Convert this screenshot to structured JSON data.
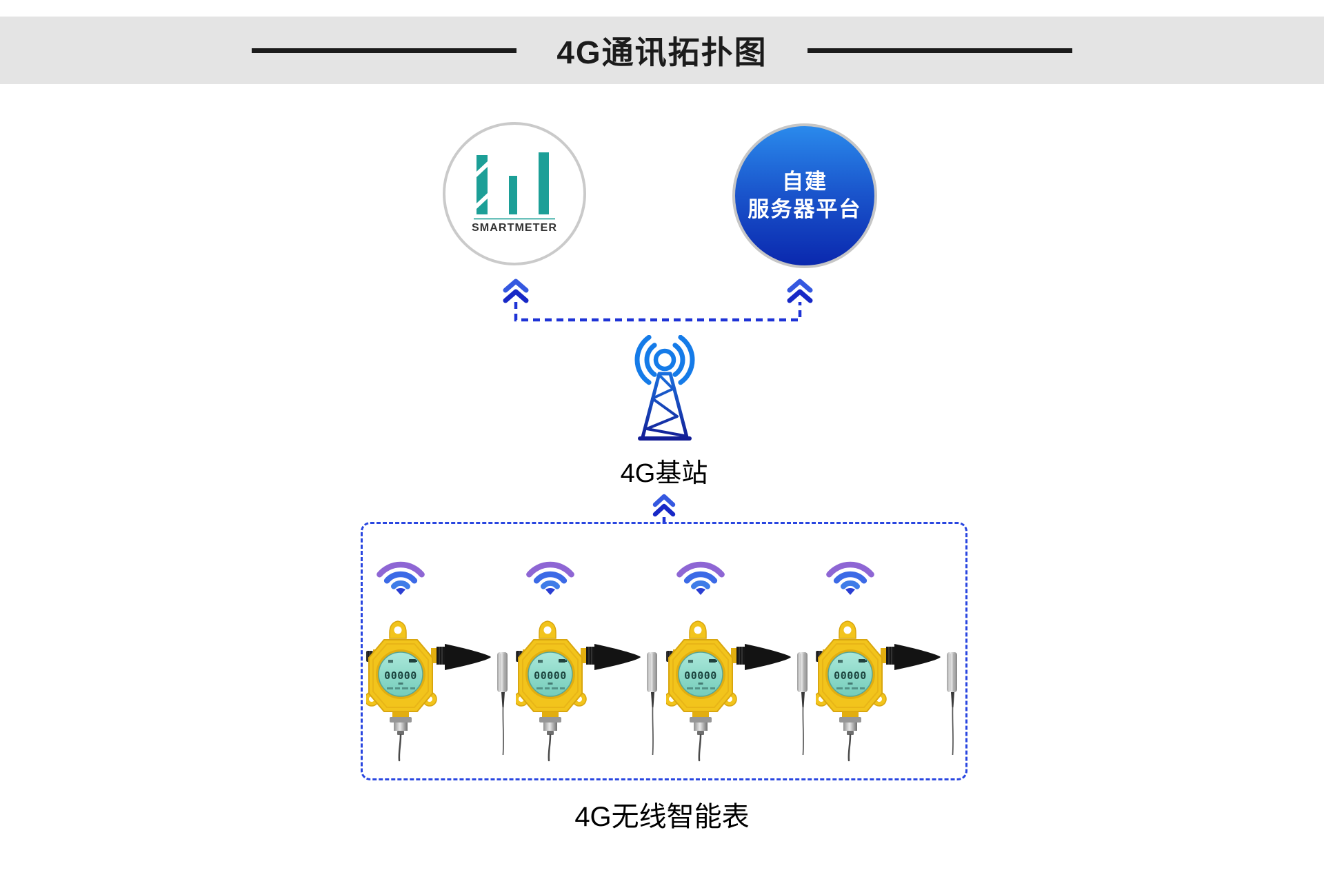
{
  "title": "4G通讯拓扑图",
  "nodes": {
    "cloud_platform": {
      "brand": "SMARTMETER",
      "icon": "bar-chart-logo"
    },
    "server_platform": {
      "label_line1": "自建",
      "label_line2": "服务器平台"
    },
    "base_station": {
      "label": "4G基站",
      "icon": "signal-tower"
    },
    "device_group": {
      "label": "4G无线智能表",
      "device_count": 4,
      "lcd_value": "00000",
      "wifi_icon": "wifi-signal",
      "device_icon": "smart-meter-detector"
    }
  },
  "connections": [
    {
      "from": "cloud_platform",
      "to": "base_station",
      "style": "dashed",
      "arrow": "up-double-chevron"
    },
    {
      "from": "server_platform",
      "to": "base_station",
      "style": "dashed",
      "arrow": "up-double-chevron"
    },
    {
      "from": "base_station",
      "to": "device_group",
      "style": "dashed",
      "arrow": "up-double-chevron"
    }
  ],
  "colors": {
    "header_bg": "#e4e4e4",
    "title_text": "#1b1b1b",
    "link_blue": "#1e33d6",
    "tower_blue": "#157be8",
    "tower_navy": "#141f96",
    "server_gradient_top": "#2a8aec",
    "server_gradient_bottom": "#0a28ae",
    "brand_teal": "#1c9f97",
    "device_yellow": "#f2c41c",
    "screen_teal": "#8bd9c8",
    "wifi_purple": "#8e66d4",
    "wifi_blue": "#3c6ae6"
  }
}
